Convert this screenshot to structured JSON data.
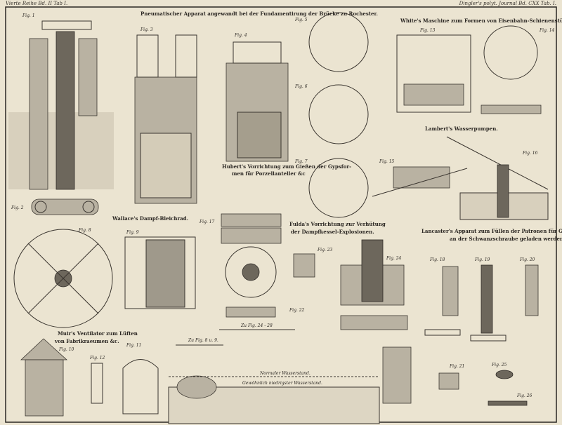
{
  "header": {
    "left": "Vierte Reihe Bd. II Tab I.",
    "right": "Dingler's polyt. Journal Bd. CXX Tab. I."
  },
  "captions": {
    "pneumatic": "Pneumatischer Apparat angewandt bei der Fundamentirung der Brücke zu Rochester.",
    "white": "White's Maschine zum Formen von Eisenbahn-Schienenstühlen.",
    "lambert": "Lambert's Wasserpumpen.",
    "hubert_1": "Hubert's Vorrichtung zum Gießen der Gypsfor-",
    "hubert_2": "men für Porzellanteller &c",
    "wallace": "Wallace's Dampf-Bleichrad.",
    "fulda_1": "Fulda's Vorrichtung zur Verhütung",
    "fulda_2": "der Dampfkessel-Explosionen.",
    "lancaster_1": "Lancaster's Apparat zum Füllen der Patronen für Gewehre die",
    "lancaster_2": "an der Schwanzschraube geladen werden.",
    "muir_1": "Muir's Ventilator zum Lüften",
    "muir_2": "von Fabrikraeumen &c.",
    "water_normal": "Normaler Wasserstand.",
    "water_low": "Gewöhnlich niedrigster Wasserstand.",
    "scale_1": "Zu Fig. 8 u. 9.",
    "scale_2": "Zu Fig. 24 - 28"
  },
  "figures": [
    "Fig. 1",
    "Fig. 2",
    "Fig. 3",
    "Fig. 4",
    "Fig. 5",
    "Fig. 6",
    "Fig. 7",
    "Fig. 8",
    "Fig. 9",
    "Fig. 10",
    "Fig. 11",
    "Fig. 12",
    "Fig. 13",
    "Fig. 14",
    "Fig. 15",
    "Fig. 16",
    "Fig. 17",
    "Fig. 18",
    "Fig. 19",
    "Fig. 20",
    "Fig. 21",
    "Fig. 22",
    "Fig. 23",
    "Fig. 24",
    "Fig. 25",
    "Fig. 26"
  ]
}
